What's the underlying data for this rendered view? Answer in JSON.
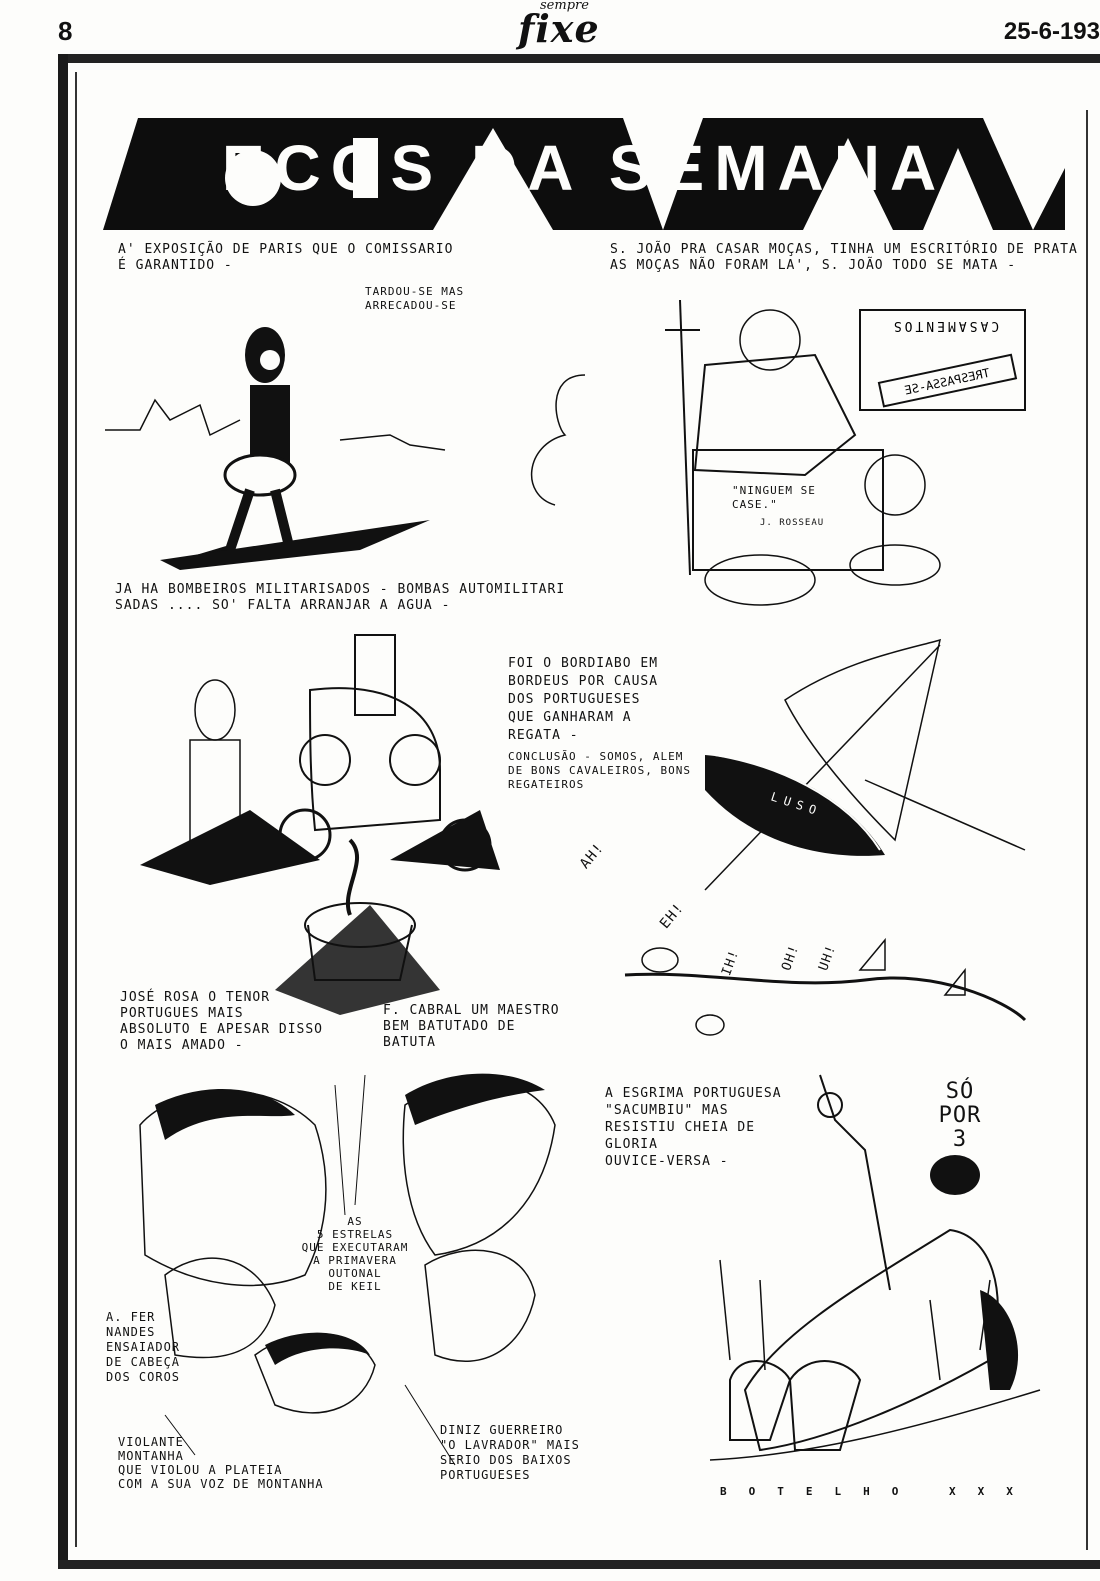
{
  "header": {
    "page_number": "8",
    "masthead_small": "sempre",
    "masthead_title": "fixe",
    "date": "25-6-193"
  },
  "title": "ECOS DA SEMANA",
  "panels": {
    "paris": {
      "caption": "A' EXPOSIÇÃO DE PARIS QUE O COMISSARIO\nÉ GARANTIDO -",
      "sub": "TARDOU-SE MAS\nARRECADOU-SE"
    },
    "sjoao": {
      "caption": "S. JOÃO PRA CASAR MOÇAS, TINHA UM ESCRITÓRIO DE PRATA\nAS MOÇAS NÃO FORAM LA', S. JOÃO TODO SE MATA -",
      "sign_casamentos": "CASAMENTOS",
      "sign_trespassa": "TRESPASSA-SE",
      "desk_quote": "\"NINGUEM SE\nCASE.\"",
      "desk_author": "J. ROSSEAU"
    },
    "bombeiros": {
      "caption": "JA HA BOMBEIROS MILITARISADOS - BOMBAS AUTOMILITARI\nSADAS .... SO' FALTA ARRANJAR A AGUA -"
    },
    "regata": {
      "caption": "FOI O BORDIABO EM\nBORDEUS POR CAUSA\nDOS PORTUGUESES\nQUE GANHARAM A\nREGATA -",
      "conclusion": "CONCLUSÃO - SOMOS, ALEM\nDE BONS CAVALEIROS, BONS\nREGATEIROS",
      "boat_name": "LUSO",
      "exclamations": [
        "AH!",
        "EH!",
        "IH!",
        "OH!",
        "UH!"
      ]
    },
    "estrelas": {
      "jose_rosa": "JOSÉ ROSA  O TENOR\nPORTUGUES MAIS\nABSOLUTO E APESAR DISSO\nO MAIS AMADO -",
      "cabral": "F. CABRAL UM MAESTRO\nBEM BATUTADO DE\nBATUTA",
      "center": "AS\n5 ESTRELAS\nQUE EXECUTARAM\nA PRIMAVERA\nOUTONAL\nDE KEIL",
      "fernandes": "A. FER\nNANDES\nENSAIADOR\nDE CABEÇA\nDOS COROS",
      "violante": "VIOLANTE\nMONTANHA\nQUE VIOLOU A PLATEIA\nCOM A SUA VOZ DE MONTANHA",
      "diniz": "DINIZ GUERREIRO\n\"O LAVRADOR\" MAIS\nSERIO DOS BAIXOS\nPORTUGUESES"
    },
    "esgrima": {
      "caption": "A ESGRIMA PORTUGUESA\n\"SACUMBIU\" MAS\nRESISTIU CHEIA DE\nGLORIA\nOUVICE-VERSA -",
      "score": "SÓ\nPOR\n3"
    }
  },
  "signature": "BOTELHO XXX"
}
